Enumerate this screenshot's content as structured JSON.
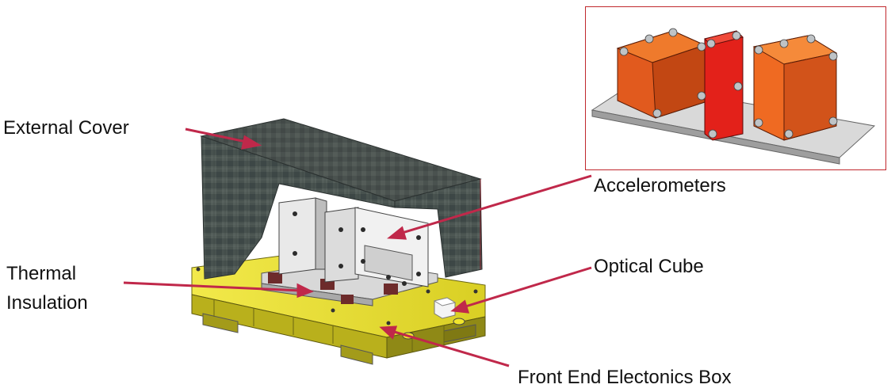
{
  "labels": {
    "external_cover": "External Cover",
    "thermal_insulation": "Thermal\nInsulation",
    "accelerometers": "Accelerometers",
    "optical_cube": "Optical Cube",
    "front_end_electronics_box": "Front End Electonics Box"
  },
  "icons": {
    "assembly": "instrument-assembly-icon",
    "accelerometer_inset": "accelerometer-inset-icon"
  },
  "colors": {
    "arrow": "#c0284a",
    "inset_border": "#c0282d",
    "base_yellow": "#e3d822",
    "cover_dark": "#3f4a4a",
    "accelerometer_orange": "#e8531f",
    "accelerometer_red": "#e21f14"
  }
}
